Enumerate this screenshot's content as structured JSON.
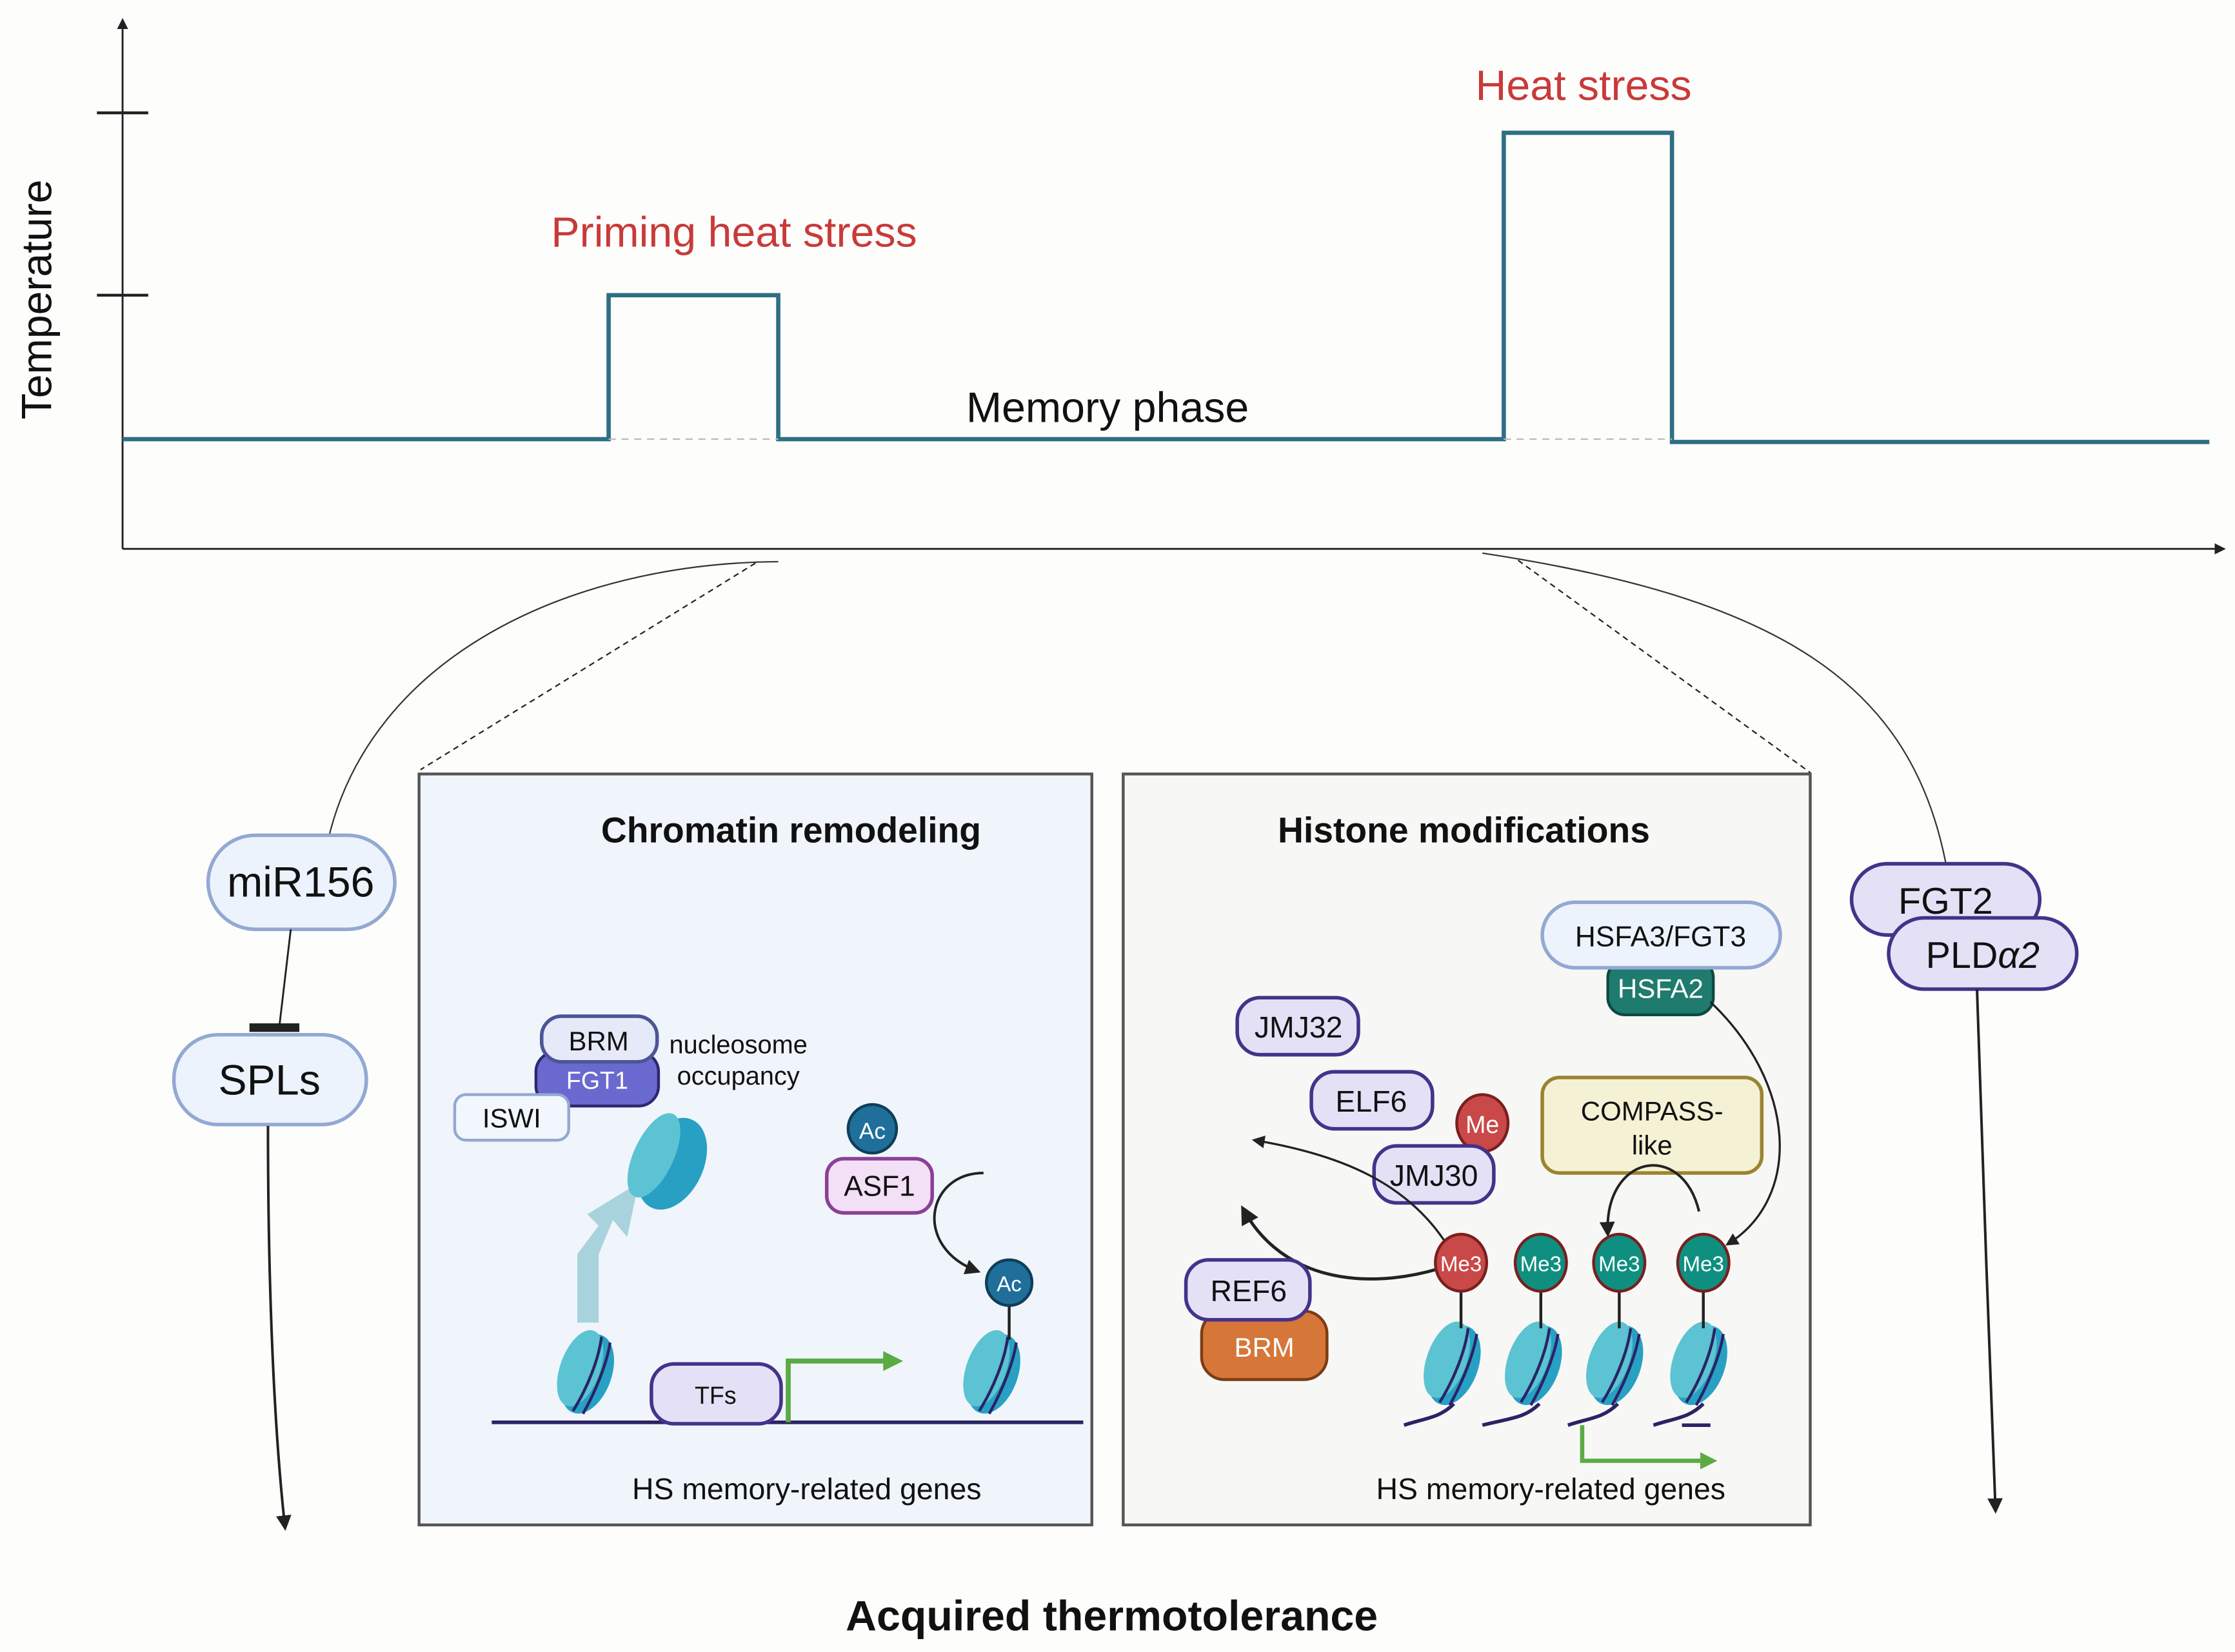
{
  "timeline": {
    "y_axis_label": "Temperature",
    "priming_label": "Priming heat stress",
    "heat_label": "Heat stress",
    "memory_label": "Memory phase",
    "colors": {
      "trace": "#2e6f84",
      "stress_text": "#c83a3a"
    },
    "phases": [
      {
        "name": "baseline",
        "level": "ambient"
      },
      {
        "name": "priming heat stress",
        "level": "moderate"
      },
      {
        "name": "memory phase",
        "level": "ambient"
      },
      {
        "name": "heat stress",
        "level": "high"
      },
      {
        "name": "recovery",
        "level": "ambient"
      }
    ]
  },
  "left_pathway": {
    "mir": "miR156",
    "spl": "SPLs",
    "relation": "inhibits"
  },
  "right_pathway": {
    "fgt2": "FGT2",
    "pld_prefix": "PLD",
    "pld_greek": "α2"
  },
  "chromatin_panel": {
    "title": "Chromatin remodeling",
    "brm": "BRM",
    "fgt1": "FGT1",
    "iswi": "ISWI",
    "nuc_line1": "nucleosome",
    "nuc_line2": "occupancy",
    "ac": "Ac",
    "asf1": "ASF1",
    "tfs": "TFs",
    "genes": "HS memory-related  genes"
  },
  "histone_panel": {
    "title": "Histone modifications",
    "hsfa3": "HSFA3/FGT3",
    "hsfa2": "HSFA2",
    "jmj32": "JMJ32",
    "elf6": "ELF6",
    "me": "Me",
    "jmj30": "JMJ30",
    "compass1": "COMPASS-",
    "compass2": "like",
    "ref6": "REF6",
    "brm": "BRM",
    "me3": [
      "Me3",
      "Me3",
      "Me3",
      "Me3"
    ],
    "genes": "HS memory-related  genes"
  },
  "footer": {
    "outcome": "Acquired thermotolerance"
  }
}
